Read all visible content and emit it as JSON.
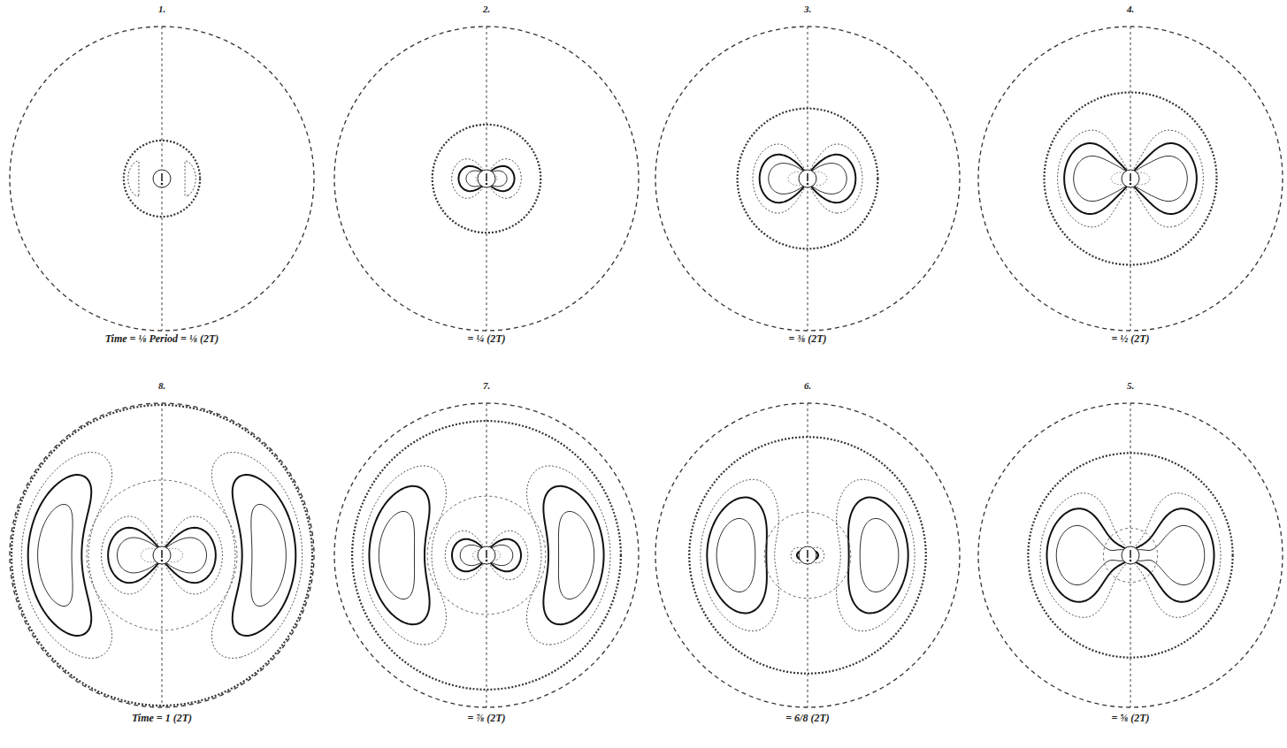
{
  "diagram": {
    "labels": [
      "1.",
      "2.",
      "3.",
      "4.",
      "Time = ⅛ Period = ⅛ (2T)",
      "= ¼ (2T)",
      "= ⅜ (2T)",
      "= ½ (2T)",
      "8.",
      "7.",
      "6.",
      "5.",
      "Time = 1 (2T)",
      "= ⅞ (2T)",
      "= 6/8 (2T)",
      "= ⅝ (2T)"
    ]
  }
}
